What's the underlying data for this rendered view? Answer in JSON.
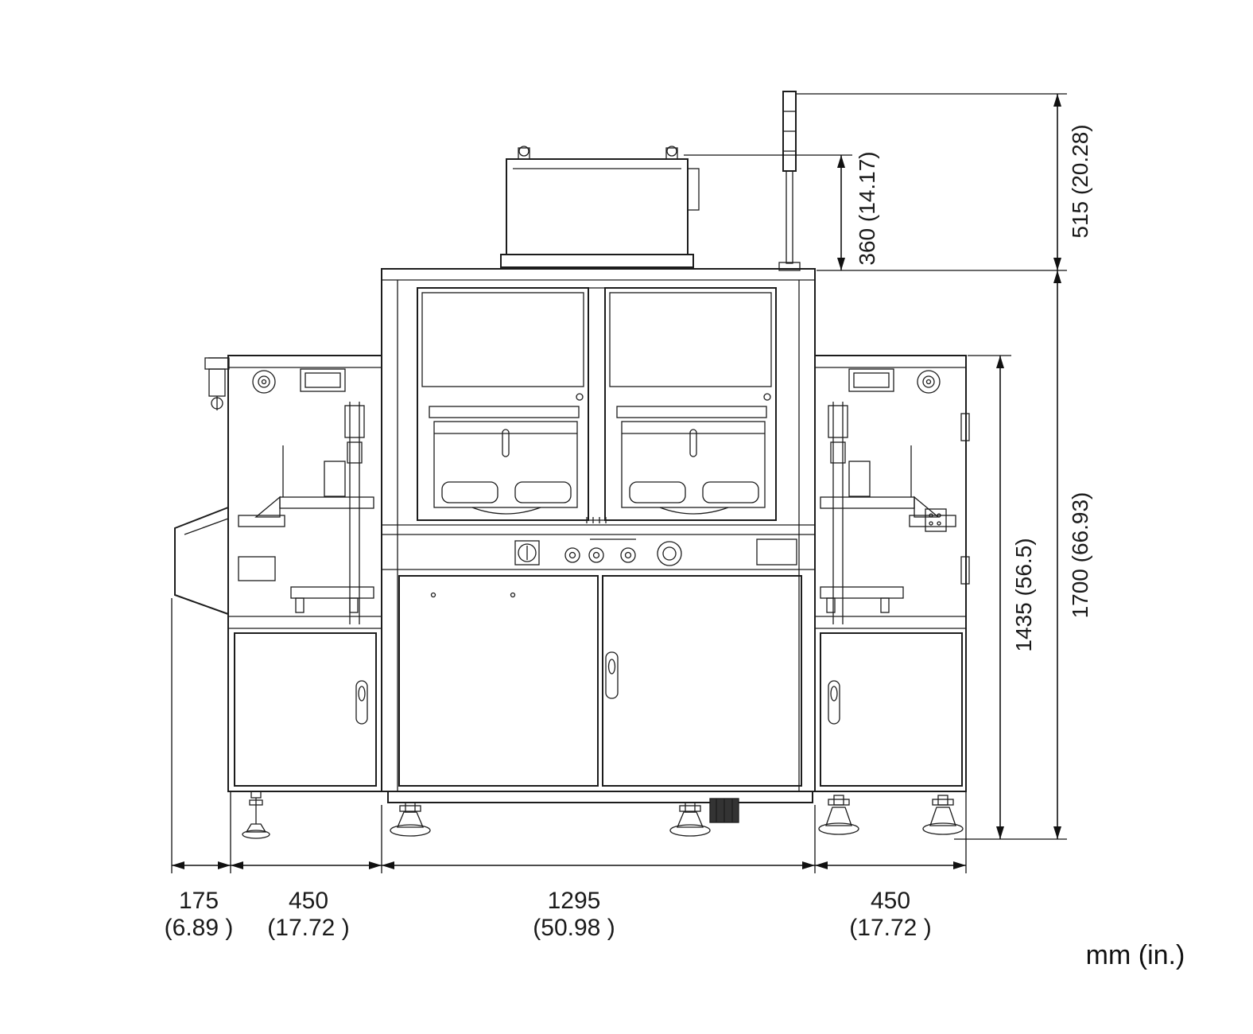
{
  "drawing": {
    "units_label": "mm (in.)",
    "vertical_dims": {
      "top_unit_height": "360 (14.17)",
      "tower_section_height": "515 (20.28)",
      "overall_height": "1700 (66.93)",
      "frame_height": "1435 (56.5)"
    },
    "horizontal_dims": {
      "seg1_mm": "175",
      "seg1_in": "(6.89 )",
      "seg2_mm": "450",
      "seg2_in": "(17.72 )",
      "seg3_mm": "1295",
      "seg3_in": "(50.98 )",
      "seg4_mm": "450",
      "seg4_in": "(17.72 )"
    }
  }
}
